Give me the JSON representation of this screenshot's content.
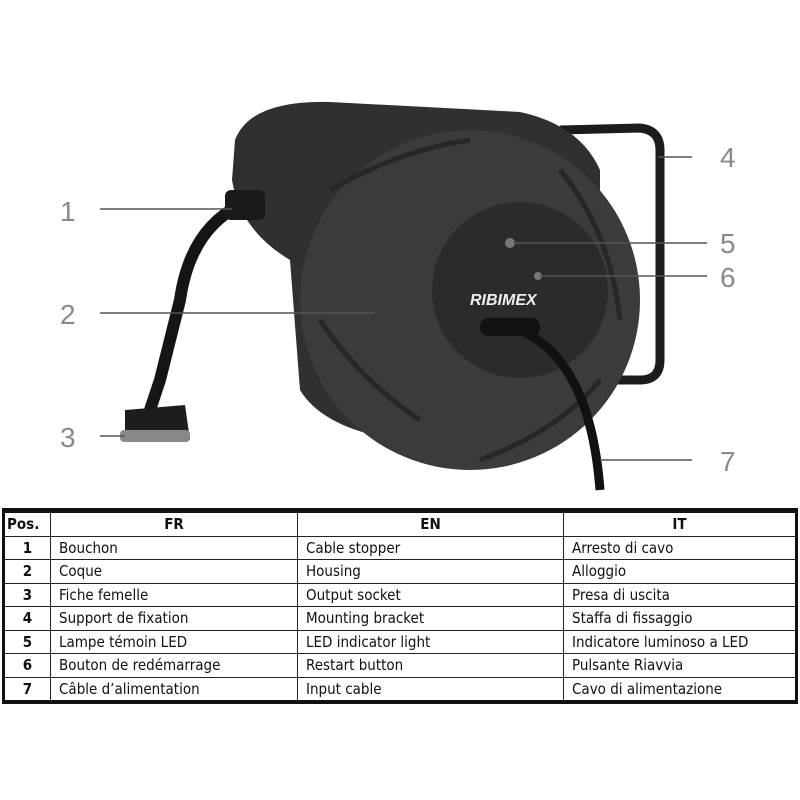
{
  "brand": "RIBIMEX",
  "callouts": [
    "1",
    "2",
    "3",
    "4",
    "5",
    "6",
    "7"
  ],
  "table": {
    "headers": [
      "Pos.",
      "FR",
      "EN",
      "IT"
    ],
    "rows": [
      [
        "1",
        "Bouchon",
        "Cable stopper",
        "Arresto di cavo"
      ],
      [
        "2",
        "Coque",
        "Housing",
        "Alloggio"
      ],
      [
        "3",
        "Fiche femelle",
        "Output socket",
        "Presa di uscita"
      ],
      [
        "4",
        "Support de fixation",
        "Mounting bracket",
        "Staffa di fissaggio"
      ],
      [
        "5",
        "Lampe témoin LED",
        "LED indicator light",
        "Indicatore luminoso a LED"
      ],
      [
        "6",
        "Bouton de redémarrage",
        "Restart button",
        "Pulsante Riavvia"
      ],
      [
        "7",
        "Câble d’alimentation",
        "Input cable",
        "Cavo di alimentazione"
      ]
    ]
  }
}
